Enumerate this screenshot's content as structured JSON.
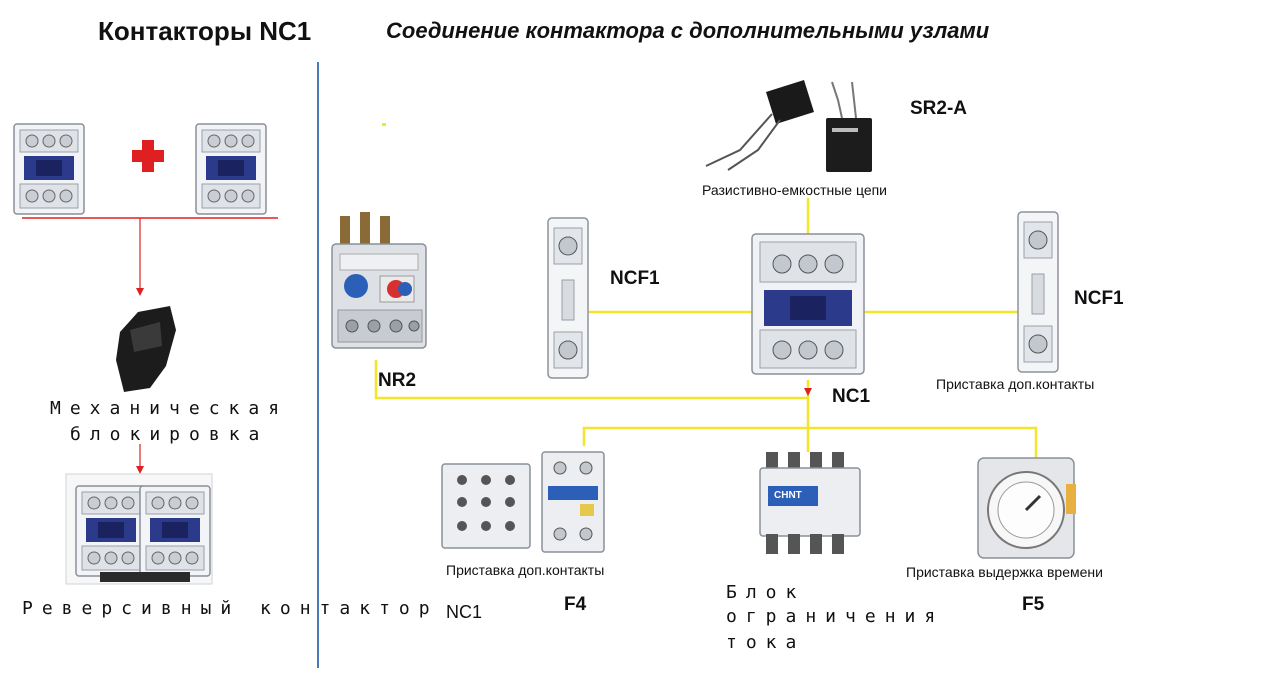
{
  "title_left": "Контакторы NC1",
  "title_right": "Соединение контактора с дополнительными узлами",
  "left_panel": {
    "mechanical_lock_line1": "Механическая",
    "mechanical_lock_line2": "блокировка",
    "reversing_contactor": "Реверсивный контактор",
    "reversing_model": "NC1"
  },
  "diagram": {
    "sr2a": "SR2-A",
    "rc_circuits": "Разистивно-емкостные цепи",
    "ncf1_left": "NCF1",
    "ncf1_right": "NCF1",
    "nr2": "NR2",
    "nc1": "NC1",
    "aux_contacts_right": "Приставка доп.контакты",
    "aux_contacts_bottom": "Приставка доп.контакты",
    "f4": "F4",
    "current_limit_line1": "Блок",
    "current_limit_line2": "ограничения",
    "current_limit_line3": "тока",
    "time_delay": "Приставка выдержка времени",
    "f5": "F5",
    "chnt_brand": "CHNT"
  },
  "colors": {
    "connector_line": "#f2e62a",
    "divider": "#4a78b8",
    "red": "#e02020",
    "contactor_blue": "#2c3a8c"
  }
}
